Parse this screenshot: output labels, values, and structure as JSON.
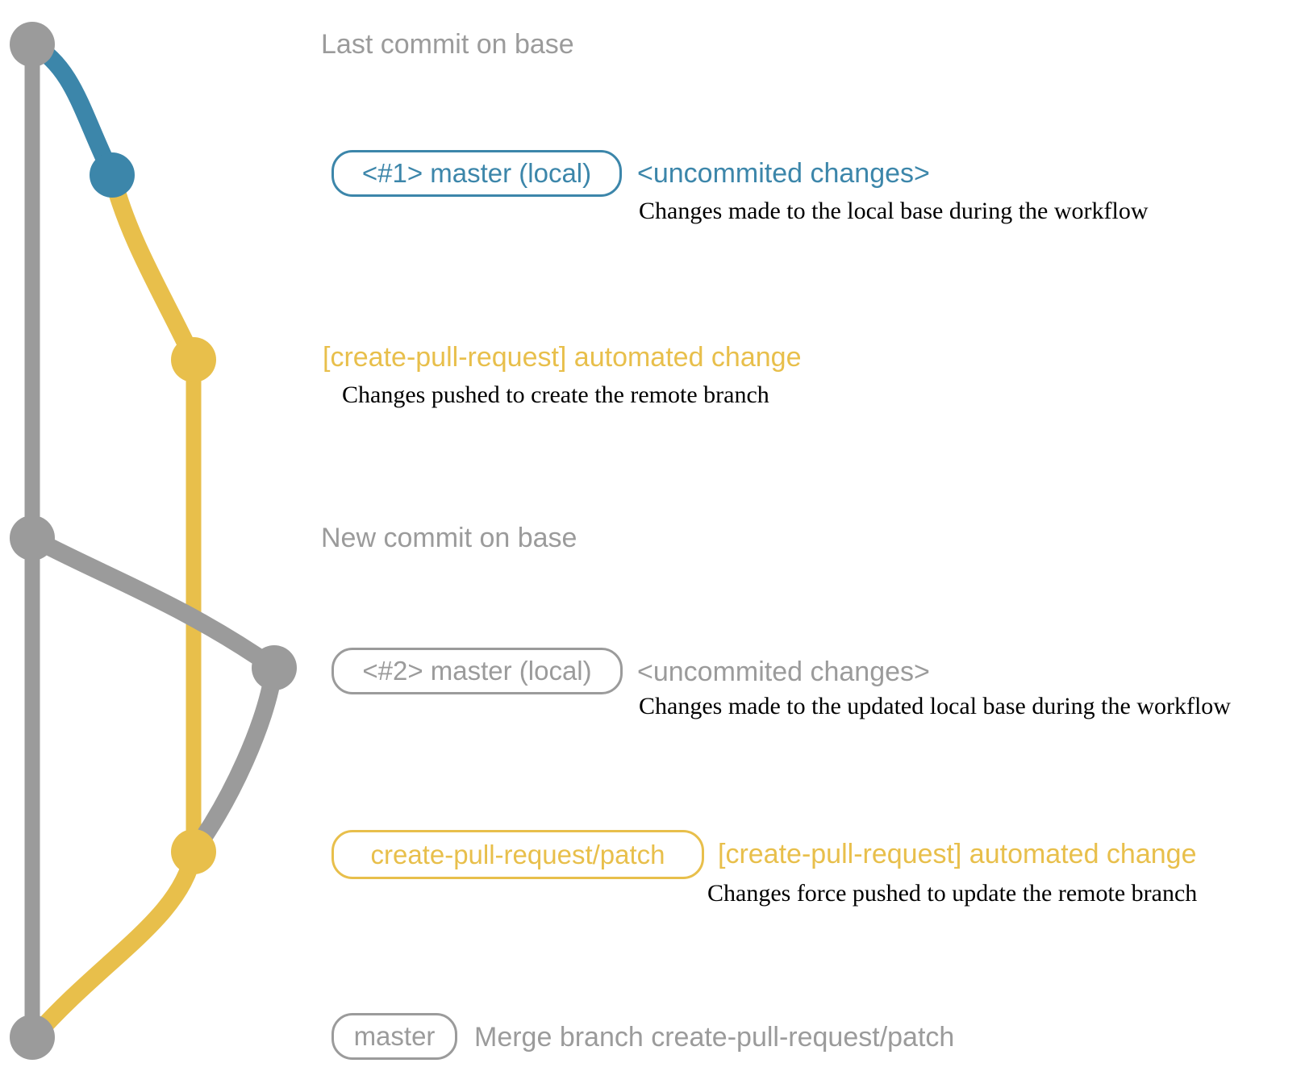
{
  "title": "Git workflow branching diagram",
  "colors": {
    "base_gray": "#9b9b9b",
    "local_blue": "#3c86aa",
    "patch_yellow": "#e8bf4b",
    "description_black": "#000000",
    "background": "#ffffff"
  },
  "graph": {
    "branches": [
      {
        "name": "base",
        "color": "#9b9b9b"
      },
      {
        "name": "master (local)",
        "color": "#3c86aa"
      },
      {
        "name": "create-pull-request/patch",
        "color": "#e8bf4b"
      }
    ]
  },
  "rows": {
    "last_commit": {
      "label": "Last commit on base"
    },
    "commit1": {
      "badge": "<#1> master (local)",
      "title": "<uncommited changes>",
      "description": "Changes made to the local base during the workflow"
    },
    "push1": {
      "title": "[create-pull-request] automated change",
      "description": "Changes pushed to create the remote branch"
    },
    "new_commit": {
      "label": "New commit on base"
    },
    "commit2": {
      "badge": "<#2> master (local)",
      "title": "<uncommited changes>",
      "description": "Changes made to the updated local base during the workflow"
    },
    "push2": {
      "badge": "create-pull-request/patch",
      "title": "[create-pull-request] automated change",
      "description": "Changes force pushed to update the remote branch"
    },
    "merge": {
      "badge": "master",
      "label": "Merge branch create-pull-request/patch"
    }
  }
}
